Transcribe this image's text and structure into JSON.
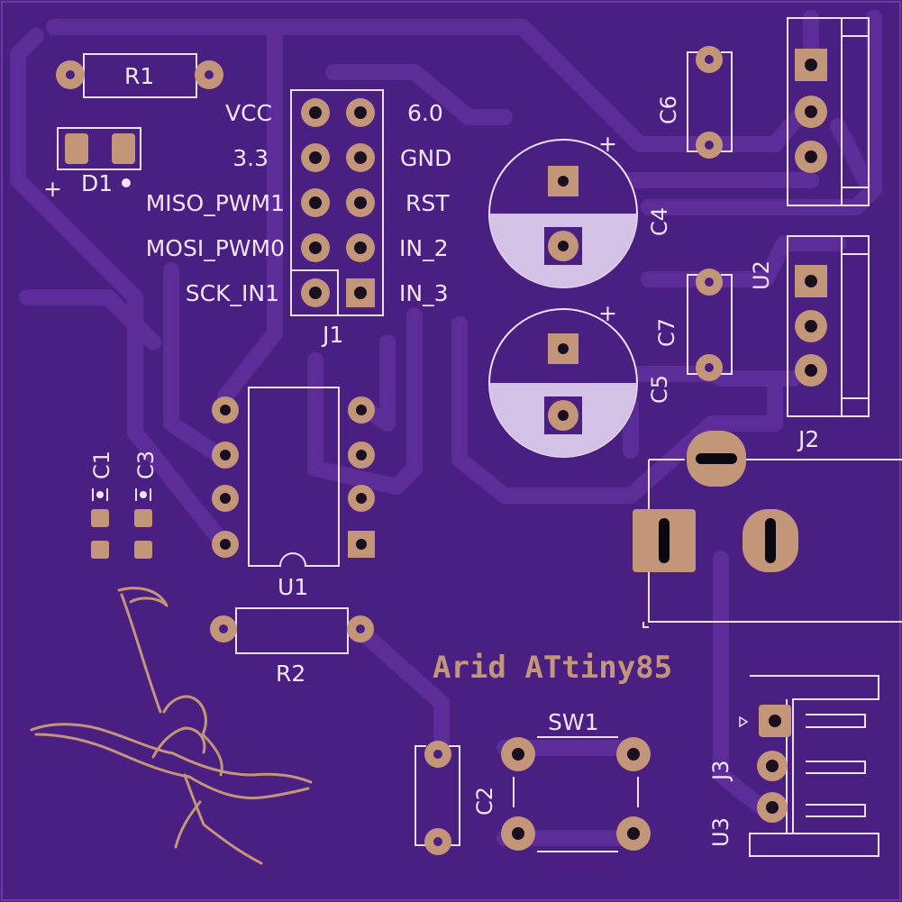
{
  "board": {
    "title": "Arid ATtiny85",
    "colors": {
      "background": "#4a1f82",
      "trace": "#5c2d98",
      "pad": "#c39679",
      "silkscreen": "#f2e4f7"
    }
  },
  "labels": {
    "r1": "R1",
    "d1": "D1",
    "d1_plus": "+",
    "j1": "J1",
    "u1": "U1",
    "r2": "R2",
    "c1": "C1",
    "c3": "C3",
    "c4": "C4",
    "c5": "C5",
    "c6": "C6",
    "c7": "C7",
    "u2": "U2",
    "j2": "J2",
    "sw1": "SW1",
    "c2": "C2",
    "j3": "J3",
    "u3": "U3",
    "cap_plus": "+"
  },
  "j1_pins": {
    "left": [
      "VCC",
      "3.3",
      "MISO_PWM1",
      "MOSI_PWM0",
      "SCK_IN1"
    ],
    "right": [
      "6.0",
      "GND",
      "RST",
      "IN_2",
      "IN_3"
    ]
  },
  "icons": {
    "logo": "bird-rider-logo-icon"
  }
}
